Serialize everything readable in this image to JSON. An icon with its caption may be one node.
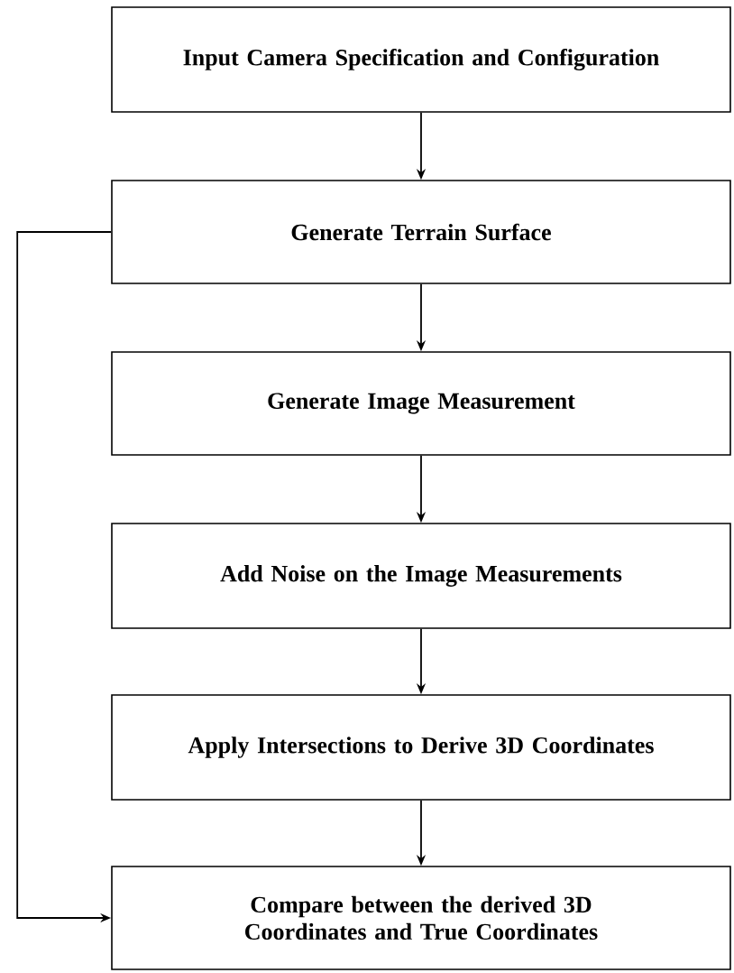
{
  "diagram": {
    "nodes": [
      {
        "text": [
          "Input Camera Specification and Configuration"
        ]
      },
      {
        "text": [
          "Generate Terrain Surface"
        ]
      },
      {
        "text": [
          "Generate Image Measurement"
        ]
      },
      {
        "text": [
          "Add Noise on the Image Measurements"
        ]
      },
      {
        "text": [
          "Apply Intersections to Derive 3D Coordinates"
        ]
      },
      {
        "text": [
          "Compare between the derived 3D Coordinates and True Coordinates"
        ]
      }
    ],
    "edges": [
      {
        "from": 0,
        "to": 1,
        "arrow": "to"
      },
      {
        "from": 1,
        "to": 2,
        "arrow": "to"
      },
      {
        "from": 2,
        "to": 3,
        "arrow": "to"
      },
      {
        "from": 3,
        "to": 4,
        "arrow": "to"
      },
      {
        "from": 4,
        "to": 5,
        "arrow": "to"
      },
      {
        "from": 1,
        "to": 5,
        "arrow": "to"
      }
    ]
  }
}
